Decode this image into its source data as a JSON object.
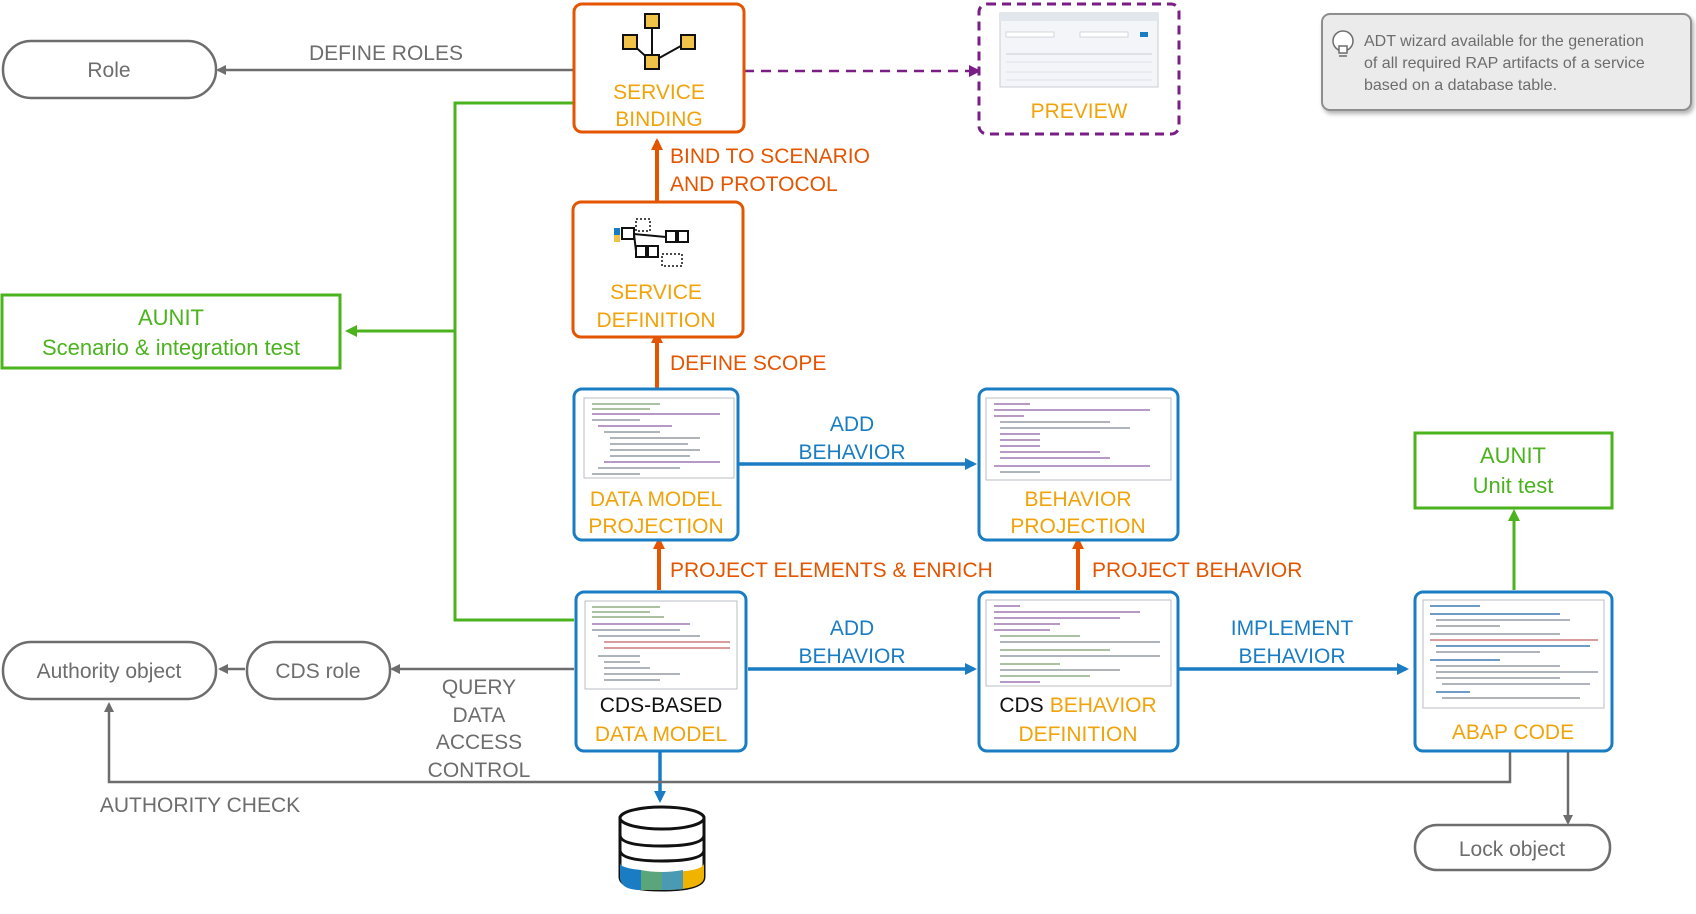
{
  "nodes": {
    "role": "Role",
    "authority_object": "Authority object",
    "cds_role": "CDS role",
    "lock_object": "Lock object",
    "aunit_scenario": {
      "line1": "AUNIT",
      "line2": "Scenario & integration test"
    },
    "aunit_unit": {
      "line1": "AUNIT",
      "line2": "Unit test"
    },
    "service_binding": {
      "line1": "SERVICE",
      "line2": "BINDING"
    },
    "service_definition": {
      "line1": "SERVICE",
      "line2": "DEFINITION"
    },
    "preview": "PREVIEW",
    "data_model_projection": {
      "line1": "DATA MODEL",
      "line2": "PROJECTION"
    },
    "behavior_projection": {
      "line1": "BEHAVIOR",
      "line2": "PROJECTION"
    },
    "cds_data_model": {
      "line1": "CDS-BASED",
      "line2": "DATA MODEL"
    },
    "cds_behavior_definition": {
      "prefix": "CDS",
      "line1": "BEHAVIOR",
      "line2": "DEFINITION"
    },
    "abap_code": "ABAP CODE"
  },
  "edges": {
    "define_roles": "DEFINE ROLES",
    "bind": {
      "line1": "BIND TO SCENARIO",
      "line2": "AND PROTOCOL"
    },
    "define_scope": "DEFINE SCOPE",
    "add_behavior_top": {
      "line1": "ADD",
      "line2": "BEHAVIOR"
    },
    "project_elements": "PROJECT ELEMENTS & ENRICH",
    "project_behavior": "PROJECT BEHAVIOR",
    "add_behavior_bottom": {
      "line1": "ADD",
      "line2": "BEHAVIOR"
    },
    "implement_behavior": {
      "line1": "IMPLEMENT",
      "line2": "BEHAVIOR"
    },
    "query_access": {
      "line1": "QUERY",
      "line2": "DATA",
      "line3": "ACCESS",
      "line4": "CONTROL"
    },
    "authority_check": "AUTHORITY CHECK"
  },
  "note": {
    "line1": "ADT wizard available for the generation",
    "line2": "of all required RAP artifacts of a service",
    "line3": "based on a database table."
  },
  "colors": {
    "orange": "#e35500",
    "blue": "#1a7dc4",
    "yellow": "#f0a30a",
    "green": "#4bb31e",
    "gray": "#6d6d6d",
    "purple": "#7a1d86"
  },
  "icons": [
    "bulb-icon",
    "database-icon",
    "network-icon",
    "service-definition-icon"
  ]
}
